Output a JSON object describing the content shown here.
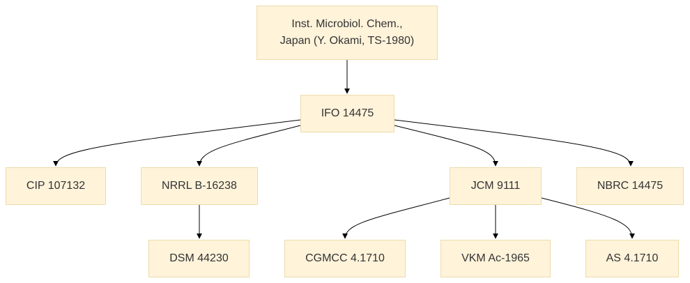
{
  "diagram": {
    "nodes": {
      "root": {
        "line1": "Inst. Microbiol. Chem.,",
        "line2": "Japan (Y. Okami, TS-1980)"
      },
      "ifo": {
        "label": "IFO 14475"
      },
      "cip": {
        "label": "CIP 107132"
      },
      "nrrl": {
        "label": "NRRL B-16238"
      },
      "jcm": {
        "label": "JCM 9111"
      },
      "nbrc": {
        "label": "NBRC 14475"
      },
      "dsm": {
        "label": "DSM 44230"
      },
      "cgmcc": {
        "label": "CGMCC 4.1710"
      },
      "vkm": {
        "label": "VKM Ac-1965"
      },
      "as": {
        "label": "AS 4.1710"
      }
    },
    "edges": [
      {
        "from": "root",
        "to": "ifo"
      },
      {
        "from": "ifo",
        "to": "cip"
      },
      {
        "from": "ifo",
        "to": "nrrl"
      },
      {
        "from": "ifo",
        "to": "jcm"
      },
      {
        "from": "ifo",
        "to": "nbrc"
      },
      {
        "from": "nrrl",
        "to": "dsm"
      },
      {
        "from": "jcm",
        "to": "cgmcc"
      },
      {
        "from": "jcm",
        "to": "vkm"
      },
      {
        "from": "jcm",
        "to": "as"
      }
    ]
  }
}
